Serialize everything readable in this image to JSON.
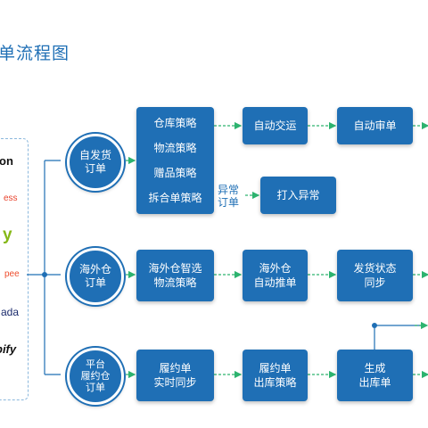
{
  "title": "单流程图",
  "platforms": [
    "on",
    "ess",
    "y",
    "pee",
    "ada",
    "pify"
  ],
  "flows": {
    "self": {
      "circle": "自发货\n订单",
      "strategies": [
        "仓库策略",
        "物流策略",
        "赠品策略",
        "拆合单策略"
      ],
      "step1": "自动交运",
      "step2": "自动审单",
      "exception_label": "异常\n订单",
      "exception_step": "打入异常"
    },
    "overseas": {
      "circle": "海外仓\n订单",
      "step1": "海外仓智选\n物流策略",
      "step2": "海外仓\n自动推单",
      "step3": "发货状态\n同步"
    },
    "platform": {
      "circle": "平台\n履约仓\n订单",
      "step1": "履约单\n实时同步",
      "step2": "履约单\n出库策略",
      "step3": "生成\n出库单"
    }
  },
  "colors": {
    "primary": "#1f6fb5",
    "arrow": "#2db36f",
    "line": "#1f6fb5"
  }
}
